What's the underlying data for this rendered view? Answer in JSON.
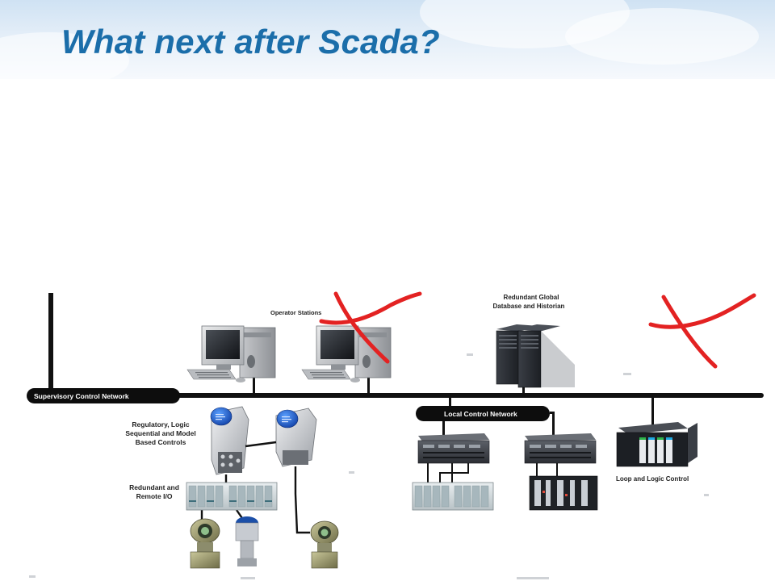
{
  "slide": {
    "title": "What next after Scada?"
  },
  "diagram": {
    "networks": {
      "supervisory": "Supervisory Control Network",
      "local": "Local Control Network"
    },
    "labels": {
      "operator_stations": "Operator Stations",
      "historian_line1": "Redundant Global",
      "historian_line2": "Database and Historian",
      "controls_line1": "Regulatory, Logic",
      "controls_line2": "Sequential and Model",
      "controls_line3": "Based Controls",
      "io_line1": "Redundant and",
      "io_line2": "Remote I/O",
      "loop_logic": "Loop and Logic Control"
    },
    "annotations": {
      "cross_color": "#e32222"
    },
    "colors": {
      "title": "#1b6eaa",
      "network_bar": "#111111"
    }
  }
}
